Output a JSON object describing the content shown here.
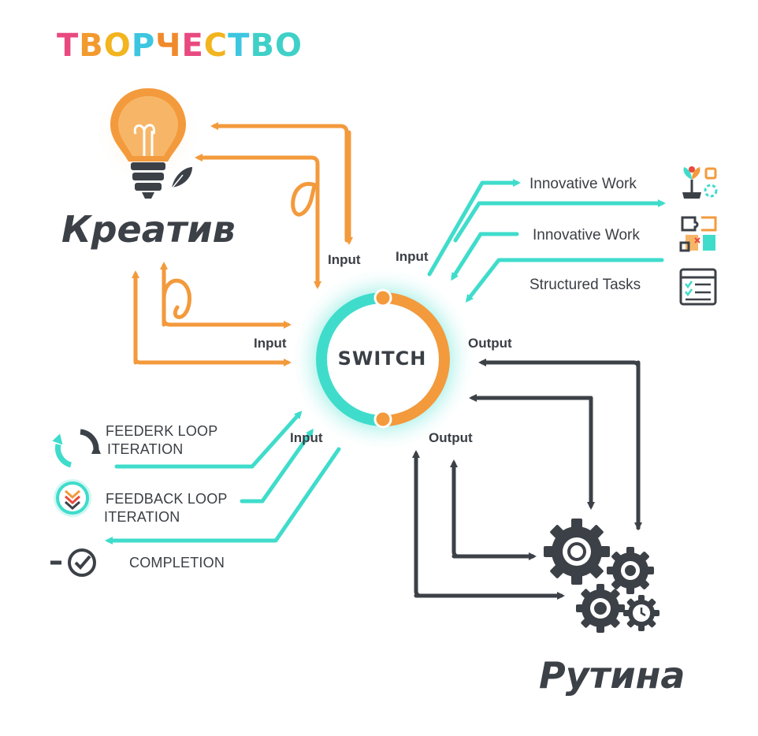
{
  "brand": {
    "title": "ТВОРЧЕСТВО",
    "letter_colors": [
      "#e84a7f",
      "#f29a2e",
      "#f2b41f",
      "#3cc6e0",
      "#f08a2c",
      "#e84a7f",
      "#f2b41f",
      "#3cc6e0",
      "#3fd0c8",
      "#3fd0c8"
    ]
  },
  "sections": {
    "creative_title": "Креатив",
    "routine_title": "Рутина"
  },
  "center": {
    "label": "SWITCH"
  },
  "connectors": {
    "input_top_left": "Input",
    "input_top_right": "Input",
    "input_left": "Input",
    "input_bottom_left": "Input",
    "output_right": "Output",
    "output_bottom": "Output"
  },
  "tasks": [
    {
      "label": "Innovative Work",
      "icon": "plant-growth-icon"
    },
    {
      "label": "Innovative Work",
      "icon": "puzzle-pieces-icon"
    },
    {
      "label": "Structured Tasks",
      "icon": "checklist-icon"
    }
  ],
  "loops": [
    {
      "line1": "FEEDERK LOOP",
      "line2": "ITERATION",
      "icon": "refresh-cycle-icon"
    },
    {
      "line1": "FEEDBACK LOOP",
      "line2": "ITERATION",
      "icon": "chevrons-down-badge-icon"
    },
    {
      "line1": "COMPLETION",
      "icon": "check-circle-icon"
    }
  ],
  "colors": {
    "orange": "#f39a3c",
    "teal": "#3fdccb",
    "dark": "#3c4147"
  }
}
